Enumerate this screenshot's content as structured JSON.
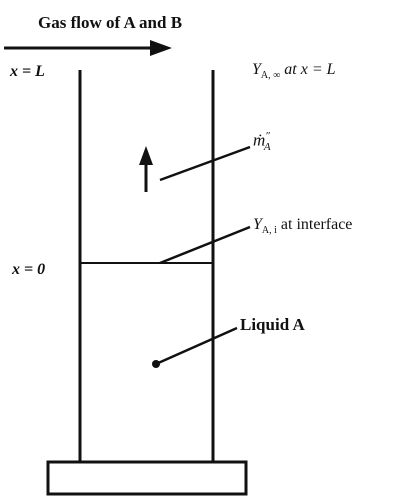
{
  "colors": {
    "ink": "#111111",
    "background": "#ffffff"
  },
  "labels": {
    "gas_flow": "Gas flow of A and B",
    "x_top": "x = L",
    "x_bottom": "x = 0",
    "ya_inf": {
      "main": "Y",
      "sub": "A, ∞",
      "tail": " at x = L"
    },
    "ya_i": {
      "main": "Y",
      "sub": "A, i",
      "tail": " at interface"
    },
    "flux": {
      "main": "ṁ",
      "sup": "″",
      "sub": "A"
    },
    "liquid": "Liquid A"
  }
}
